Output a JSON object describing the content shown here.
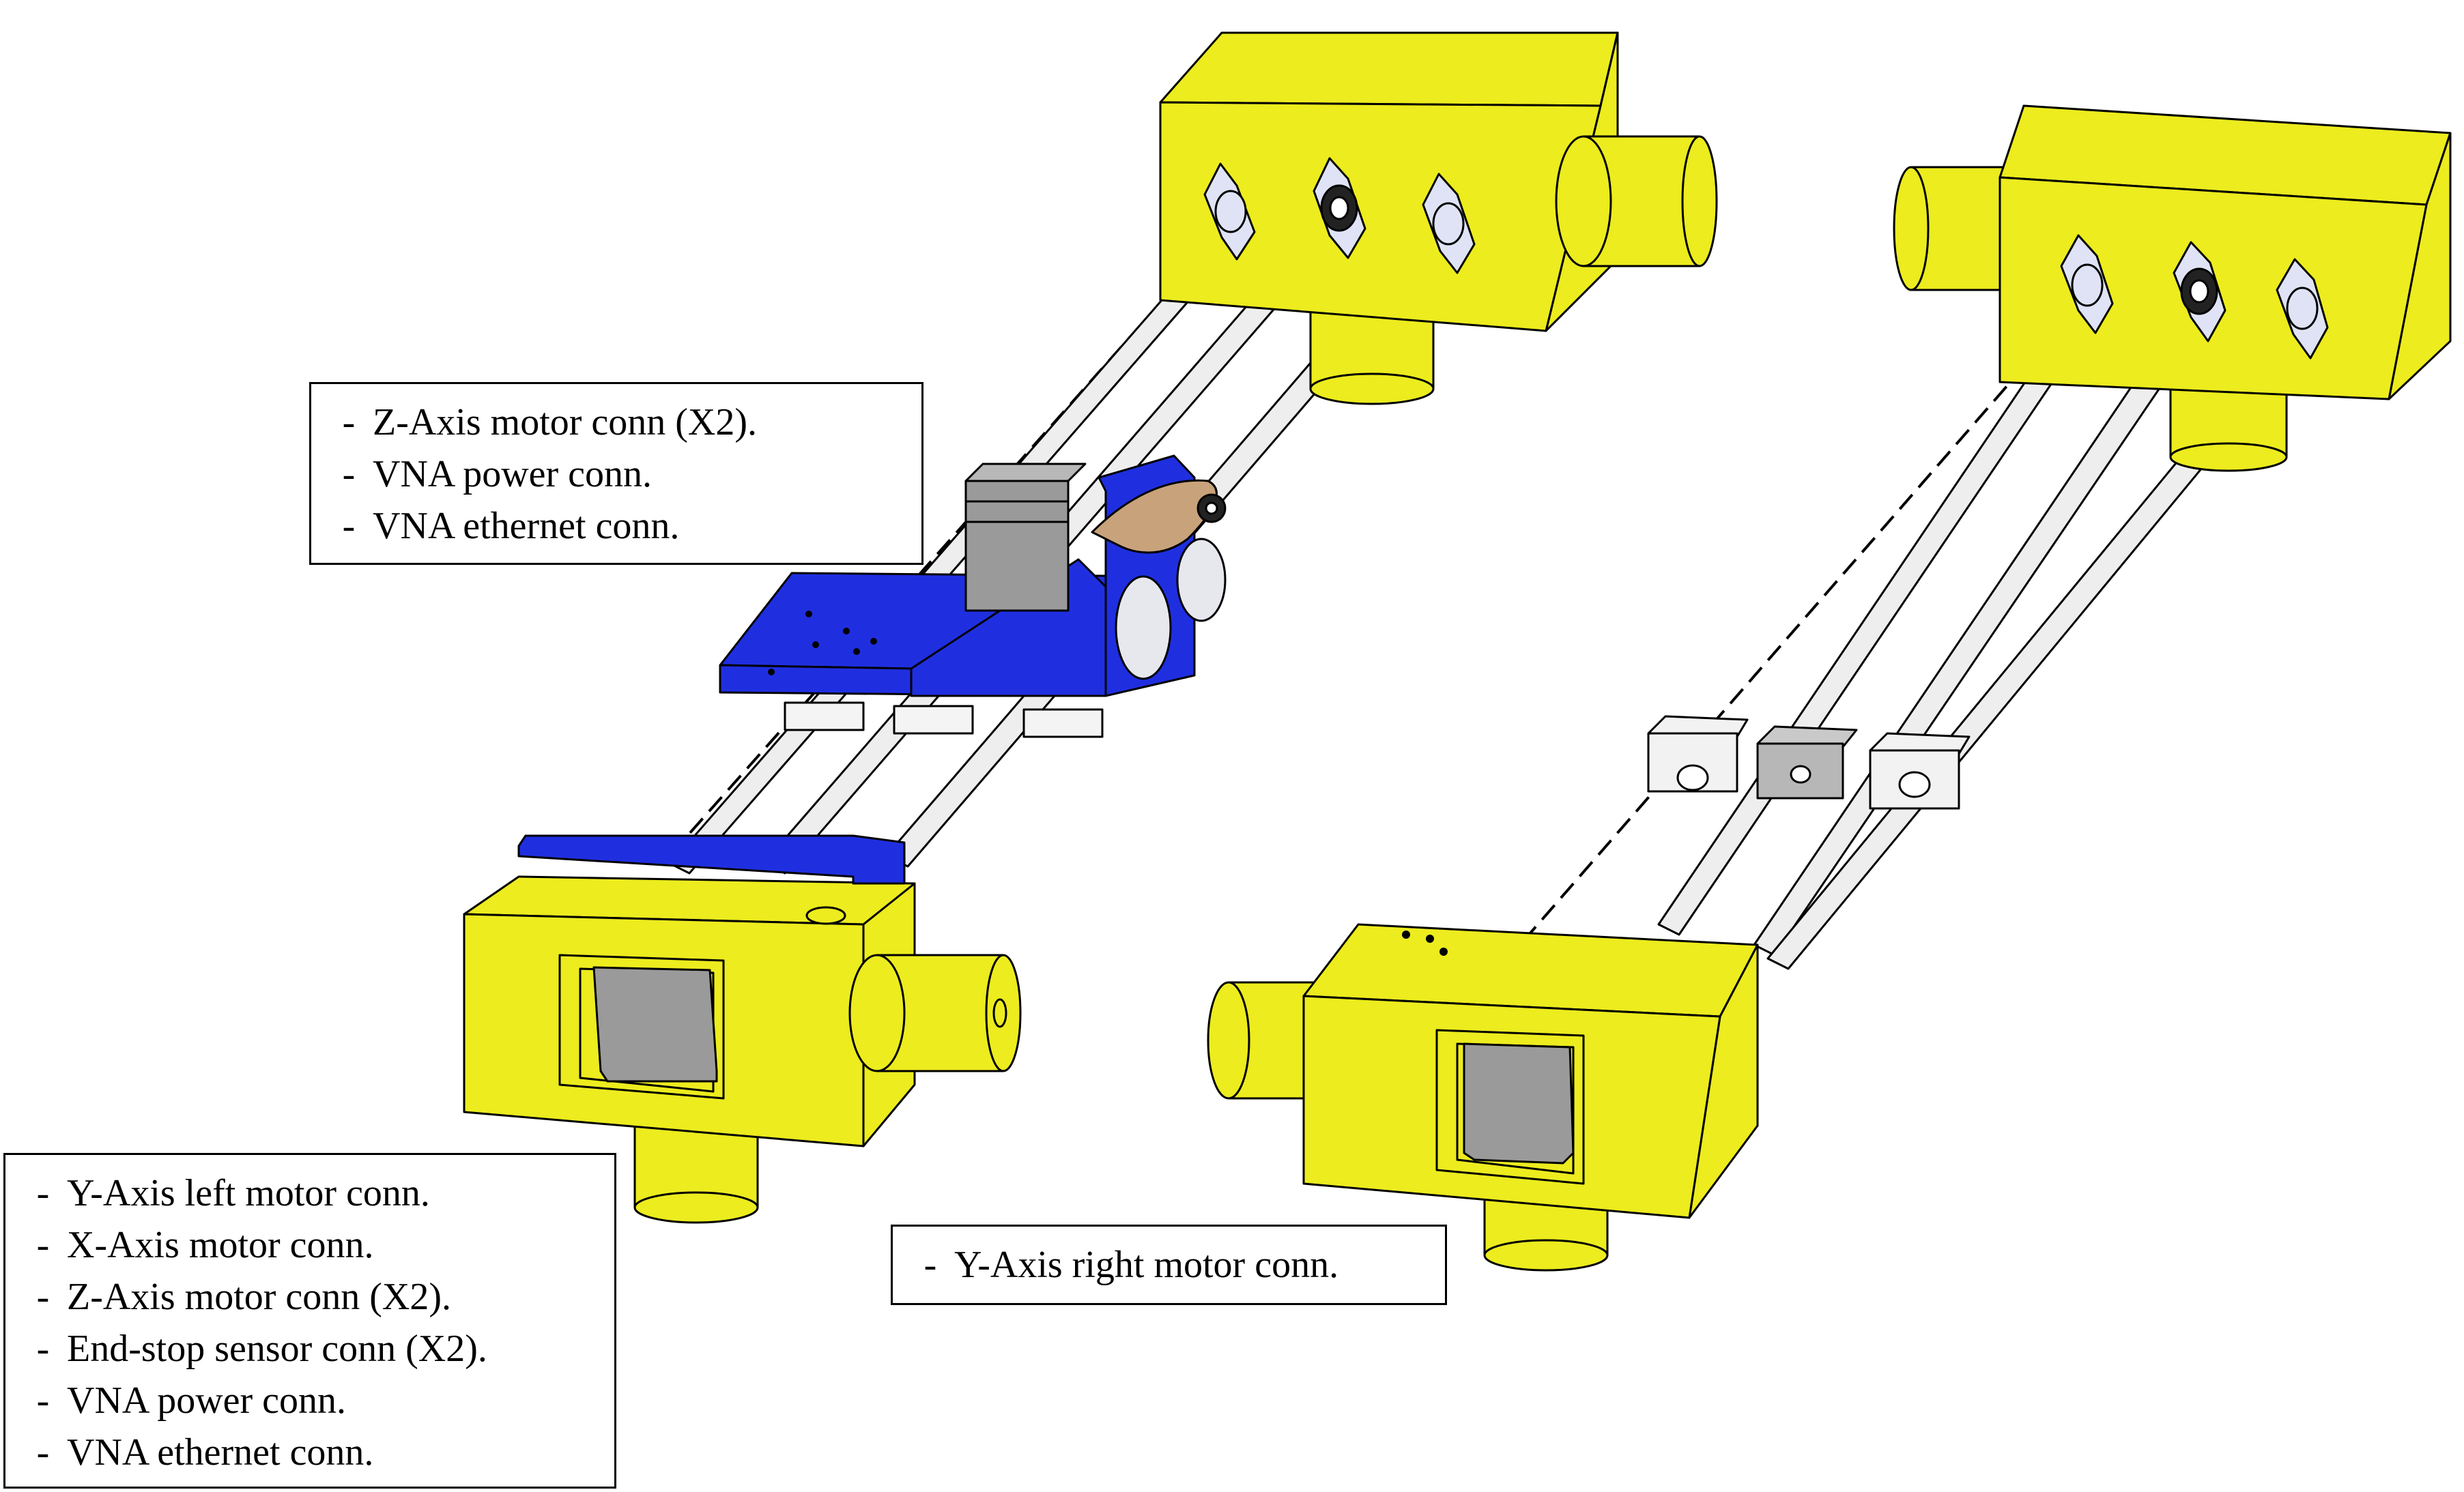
{
  "callouts": {
    "z_axis_box": {
      "bullet": "-",
      "items": [
        "Z-Axis motor conn (X2).",
        "VNA power conn.",
        "VNA ethernet conn."
      ]
    },
    "left_box": {
      "bullet": "-",
      "items": [
        "Y-Axis left motor conn.",
        "X-Axis motor conn.",
        "Z-Axis motor conn (X2).",
        "End-stop sensor conn (X2).",
        "VNA power conn.",
        "VNA ethernet conn."
      ]
    },
    "right_box": {
      "bullet": "-",
      "items": [
        "Y-Axis right motor conn."
      ]
    }
  },
  "colors": {
    "housing": "#ecec1e",
    "carriage": "#1f2fe0",
    "motor": "#9a9a9a",
    "rail": "#eeeeee",
    "outline": "#000000"
  }
}
